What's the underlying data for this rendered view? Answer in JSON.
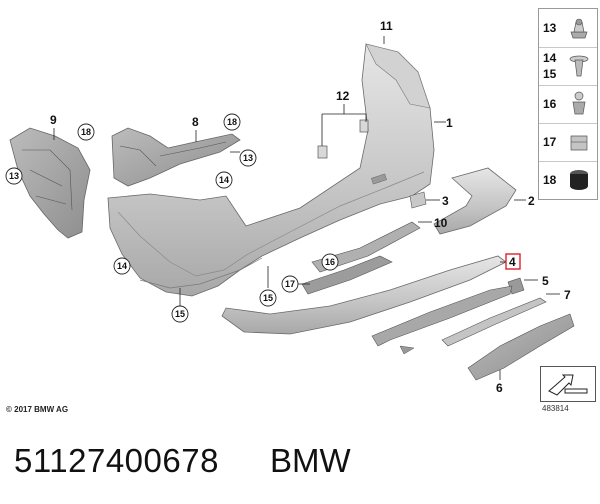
{
  "callouts": {
    "c1": "1",
    "c2": "2",
    "c3": "3",
    "c4": "4",
    "c5": "5",
    "c6": "6",
    "c7": "7",
    "c8": "8",
    "c9": "9",
    "c10": "10",
    "c11": "11",
    "c12": "12",
    "c13a": "13",
    "c13b": "13",
    "c14a": "14",
    "c14b": "14",
    "c15a": "15",
    "c15b": "15",
    "c16": "16",
    "c17": "17",
    "c18a": "18",
    "c18b": "18"
  },
  "side_panel": [
    {
      "num": "13",
      "icon": "push-nut-icon"
    },
    {
      "num": "14",
      "num2": "15",
      "icon": "expanding-rivet-icon"
    },
    {
      "num": "16",
      "icon": "screw-clip-icon"
    },
    {
      "num": "17",
      "icon": "clip-nut-icon"
    },
    {
      "num": "18",
      "icon": "rubber-buffer-icon"
    }
  ],
  "highlight_color": "#e0202a",
  "copyright": "© 2017 BMW AG",
  "diagram_id": "483814",
  "part_number": "51127400678",
  "brand": "BMW"
}
